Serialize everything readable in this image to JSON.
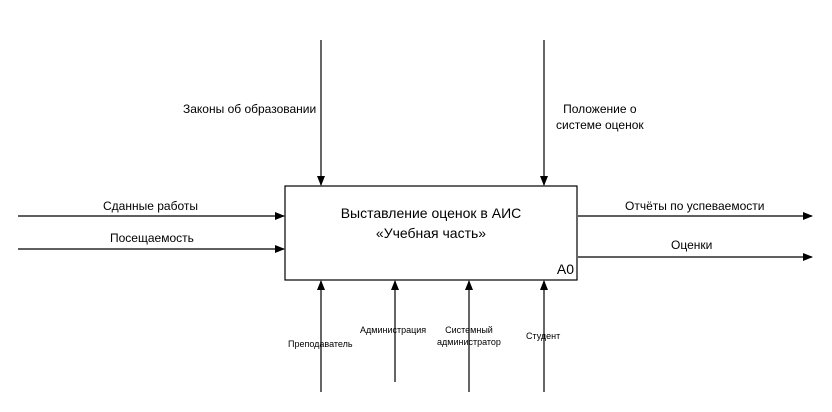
{
  "function_block": {
    "title_line1": "Выставление оценок в АИС",
    "title_line2": "«Учебная часть»",
    "node_code": "A0"
  },
  "inputs": [
    {
      "label": "Сданные работы"
    },
    {
      "label": "Посещаемость"
    }
  ],
  "controls": [
    {
      "label": "Законы об образовании"
    },
    {
      "label_line1": "Положение о",
      "label_line2": "системе оценок"
    }
  ],
  "outputs": [
    {
      "label": "Отчёты по успеваемости"
    },
    {
      "label": "Оценки"
    }
  ],
  "mechanisms": [
    {
      "label": "Преподаватель"
    },
    {
      "label": "Администрация"
    },
    {
      "label_line1": "Системный",
      "label_line2": "администратор"
    },
    {
      "label": "Студент"
    }
  ],
  "colors": {
    "stroke": "#000000",
    "background": "#ffffff"
  }
}
